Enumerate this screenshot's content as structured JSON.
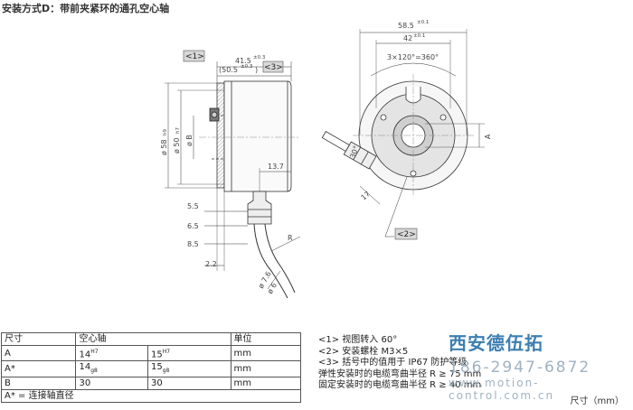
{
  "title": "安装方式D：带前夹紧环的通孔空心轴",
  "side_view": {
    "tag1": "<1>",
    "tag3": "<3>",
    "dim_415": "41.5",
    "tol_415": "±0.3",
    "dim_505": "(50.5",
    "tol_505": "±0.3",
    "dim_505_close": ")",
    "dia_58": "ø 58",
    "dia_58_tol": "h9",
    "dia_50": "ø 50",
    "dia_50_tol": "h7",
    "dia_b": "ø B",
    "dim_137": "13.7",
    "dim_55": "5.5",
    "dim_65": "6.5",
    "dim_85": "8.5",
    "dim_22": "2.2",
    "dim_r": "R",
    "dia_76": "ø 7.6",
    "dia_6": "ø 6"
  },
  "front_view": {
    "dim_585": "58.5",
    "tol_585": "±0.1",
    "dim_42": "42",
    "tol_42": "±0.1",
    "angle_text": "3×120°=360°",
    "angle_30": "30°",
    "dim_17": "17",
    "dim_a": "A",
    "tag2": "<2>"
  },
  "table": {
    "headers": [
      "尺寸",
      "空心轴",
      "",
      "单位"
    ],
    "rows": [
      {
        "label": "A",
        "v1": "14",
        "v1_tol": "H7",
        "v2": "15",
        "v2_tol": "H7",
        "unit": "mm"
      },
      {
        "label": "A*",
        "v1": "14",
        "v1_tol": "g8",
        "v2": "15",
        "v2_tol": "g8",
        "unit": "mm"
      },
      {
        "label": "B",
        "v1": "30",
        "v1_tol": "",
        "v2": "30",
        "v2_tol": "",
        "unit": "mm"
      }
    ],
    "footnote": "A* = 连接轴直径"
  },
  "notes": [
    "<1> 视图转入 60°",
    "<2> 安装螺栓 M3×5",
    "<3> 括号中的值用于 IP67 防护等级",
    "弹性安装时的电缆弯曲半径 R ≥ 75 mm",
    "固定安装时的电缆弯曲半径 R ≥ 40 mm"
  ],
  "watermark": {
    "name": "西安德伍拓",
    "phone": "186-2947-6872",
    "url": "www.motion-control.com.cn"
  },
  "footer_unit": "尺寸（mm）"
}
